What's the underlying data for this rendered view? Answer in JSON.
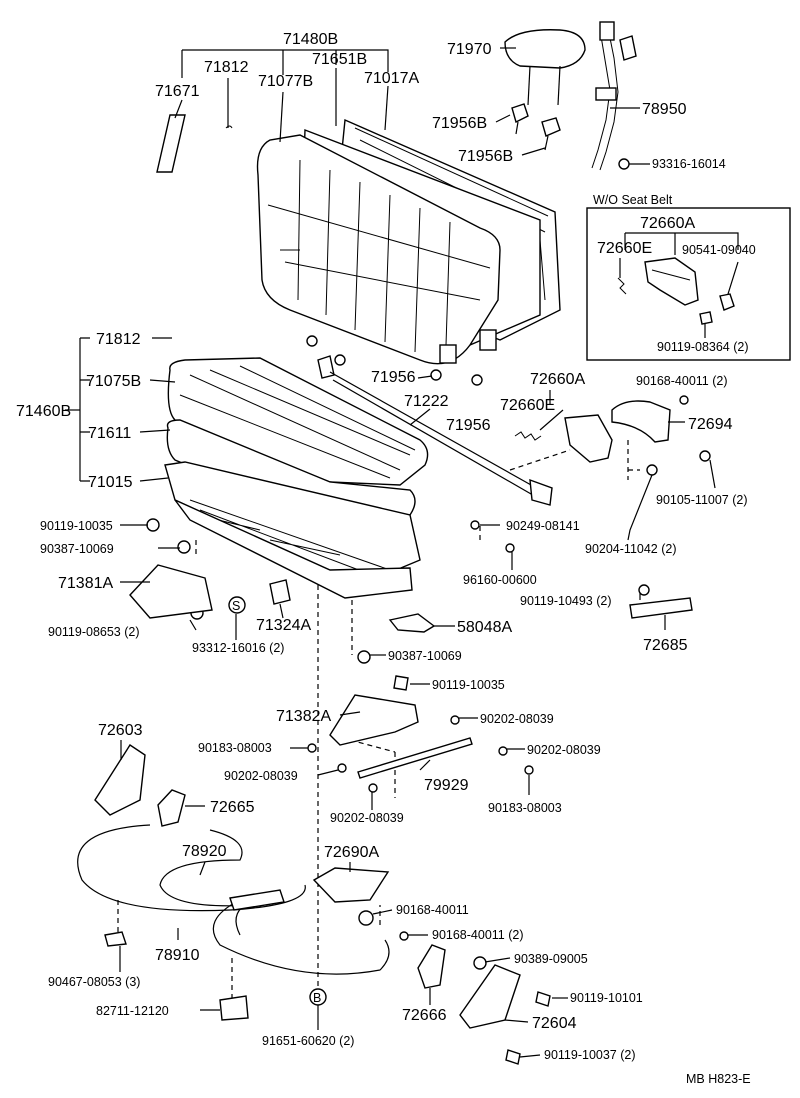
{
  "labels": {
    "p71480B": "71480B",
    "p71812a": "71812",
    "p71077B": "71077B",
    "p71651B": "71651B",
    "p71017A": "71017A",
    "p71671": "71671",
    "p71970": "71970",
    "p78950": "78950",
    "p71956Ba": "71956B",
    "p71956Bb": "71956B",
    "p93316": "93316-16014",
    "wo_seat_belt": "W/O Seat Belt",
    "p72660A_box": "72660A",
    "p72660E_box": "72660E",
    "p90541": "90541-09040",
    "p90119_08364": "90119-08364 (2)",
    "p71812b": "71812",
    "p71075B": "71075B",
    "p71460B": "71460B",
    "p71611": "71611",
    "p71015": "71015",
    "p71956a": "71956",
    "p71956b": "71956",
    "p71222": "71222",
    "p72660A": "72660A",
    "p72660E": "72660E",
    "p90168_40011_top": "90168-40011 (2)",
    "p72694": "72694",
    "p90105": "90105-11007 (2)",
    "p90119_10035a": "90119-10035",
    "p90387_10069a": "90387-10069",
    "p90249": "90249-08141",
    "p90204": "90204-11042 (2)",
    "p96160": "96160-00600",
    "p71381A": "71381A",
    "p90119_10493": "90119-10493 (2)",
    "p72685": "72685",
    "p90119_08653": "90119-08653 (2)",
    "p71324A": "71324A",
    "p58048A": "58048A",
    "p93312": "93312-16016 (2)",
    "marker_s": "S",
    "p90387_10069b": "90387-10069",
    "p90119_10035b": "90119-10035",
    "p71382A": "71382A",
    "p90202_08039a": "90202-08039",
    "p72603": "72603",
    "p90183_08003a": "90183-08003",
    "p90202_08039b": "90202-08039",
    "p90202_08039c": "90202-08039",
    "p79929": "79929",
    "p90183_08003b": "90183-08003",
    "p72665": "72665",
    "p90202_08039d": "90202-08039",
    "p78920": "78920",
    "p72690A": "72690A",
    "p90168_40011a": "90168-40011",
    "p90168_40011b": "90168-40011 (2)",
    "p78910": "78910",
    "p90389": "90389-09005",
    "p90467": "90467-08053 (3)",
    "p90119_10101": "90119-10101",
    "p82711": "82711-12120",
    "p72666": "72666",
    "p72604": "72604",
    "marker_b": "B",
    "p91651": "91651-60620 (2)",
    "p90119_10037": "90119-10037 (2)",
    "footer_code": "MB  H823-E"
  }
}
